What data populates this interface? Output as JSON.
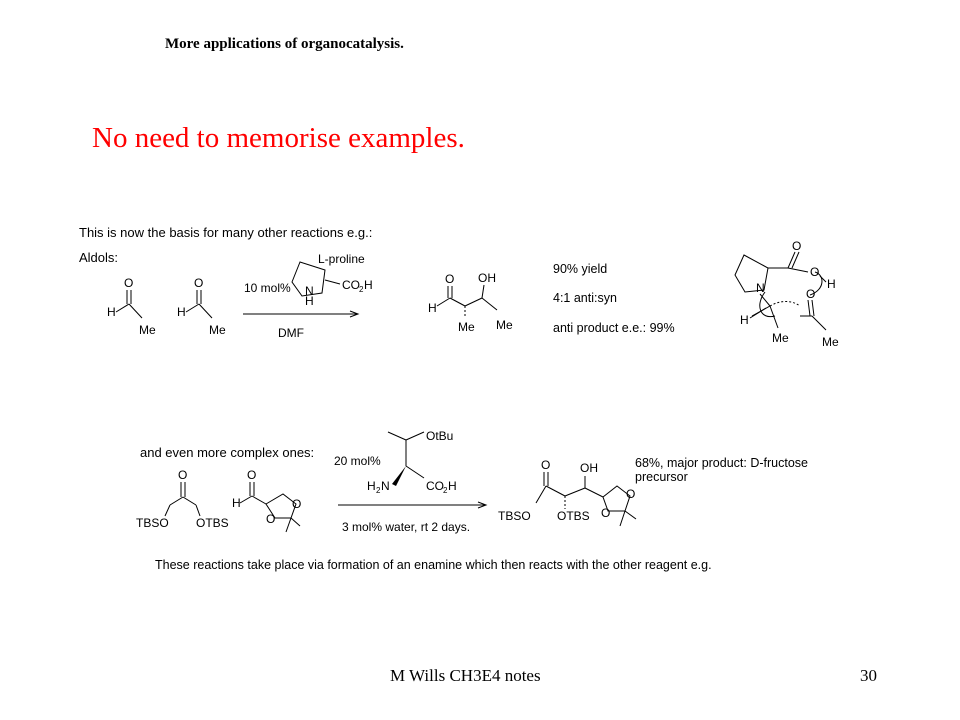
{
  "slide": {
    "title": "More applications of organocatalysis.",
    "subtitle": "No need to memorise examples.",
    "intro": "This is now the basis for many other reactions e.g.:",
    "footer_left": "M Wills CH3E4 notes",
    "page_number": "30",
    "bottom_note": "These reactions take place via formation of an enamine which then reacts with the other reagent e.g."
  },
  "aldol": {
    "label": "Aldols:",
    "catalyst_name": "L-proline",
    "catalyst_loading": "10 mol%",
    "solvent": "DMF",
    "result_yield": "90% yield",
    "result_ratio": "4:1 anti:syn",
    "result_ee": "anti product e.e.: 99%"
  },
  "complex": {
    "label": "and even more complex ones:",
    "catalyst_loading": "20 mol%",
    "conditions": "3 mol% water, rt 2 days.",
    "result": "68%, major product: D-fructose precursor",
    "result_line1": "68%, major product: D-fructose",
    "result_line2": "precursor"
  },
  "atoms": {
    "O": "O",
    "H": "H",
    "N": "N",
    "OH": "OH",
    "Me": "Me",
    "CO2H": "CO",
    "sub2": "2",
    "H_tail": "H",
    "TBSO": "TBSO",
    "OTBS": "OTBS",
    "OtBu": "OtBu",
    "H2N": "H",
    "N_tail": "N"
  }
}
